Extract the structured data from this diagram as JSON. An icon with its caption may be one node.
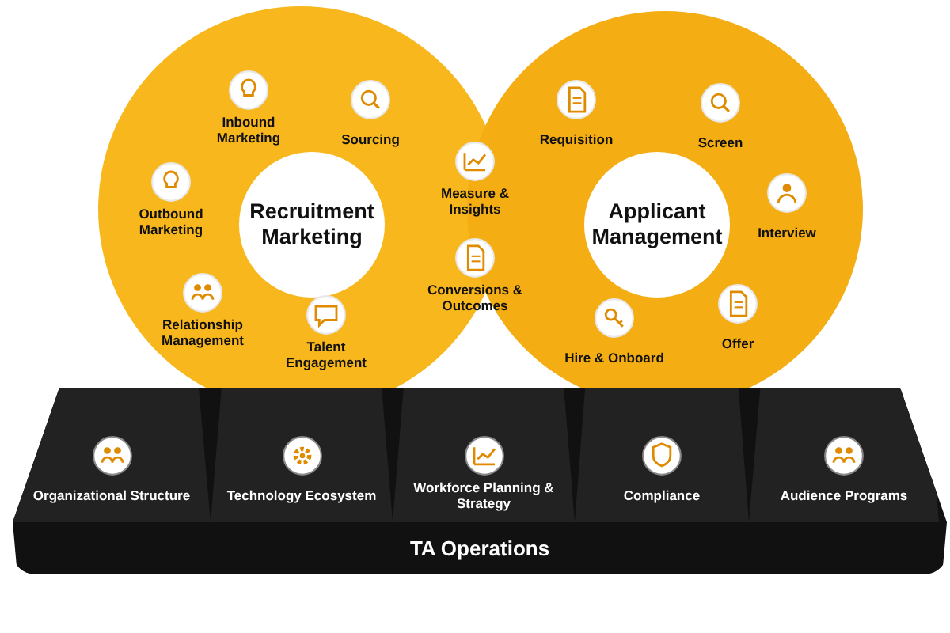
{
  "diagram": {
    "nodes": [
      {
        "text": [
          "Recruitment Marketing"
        ]
      },
      {
        "text": [
          "Applicant Management"
        ]
      },
      {
        "text": [
          "Inbound Marketing"
        ]
      },
      {
        "text": [
          "Sourcing"
        ]
      },
      {
        "text": [
          "Outbound Marketing"
        ]
      },
      {
        "text": [
          "Relationship Management"
        ]
      },
      {
        "text": [
          "Talent Engagement"
        ]
      },
      {
        "text": [
          "Measure & Insights"
        ]
      },
      {
        "text": [
          "Conversions & Outcomes"
        ]
      },
      {
        "text": [
          "Requisition"
        ]
      },
      {
        "text": [
          "Screen"
        ]
      },
      {
        "text": [
          "Interview"
        ]
      },
      {
        "text": [
          "Offer"
        ]
      },
      {
        "text": [
          "Hire & Onboard"
        ]
      },
      {
        "text": [
          "TA Operations"
        ]
      },
      {
        "text": [
          "Organizational Structure"
        ],
        "in": 14
      },
      {
        "text": [
          "Technology Ecosystem"
        ],
        "in": 14
      },
      {
        "text": [
          "Workforce Planning & Strategy"
        ],
        "in": 14
      },
      {
        "text": [
          "Compliance"
        ],
        "in": 14
      },
      {
        "text": [
          "Audience Programs"
        ],
        "in": 14
      }
    ],
    "edges": []
  }
}
